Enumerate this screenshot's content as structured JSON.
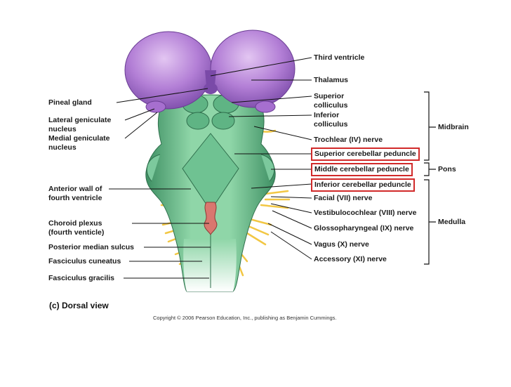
{
  "labels_left": {
    "pineal_gland": "Pineal gland",
    "lateral_geniculate_1": "Lateral geniculate",
    "lateral_geniculate_2": "nucleus",
    "medial_geniculate_1": "Medial geniculate",
    "medial_geniculate_2": "nucleus",
    "anterior_wall_1": "Anterior wall of",
    "anterior_wall_2": "fourth ventricle",
    "choroid_plexus_1": "Choroid plexus",
    "choroid_plexus_2": "(fourth venticle)",
    "posterior_median_sulcus": "Posterior median sulcus",
    "fasciculus_cuneatus": "Fasciculus cuneatus",
    "fasciculus_gracilis": "Fasciculus gracilis"
  },
  "labels_right": {
    "third_ventricle": "Third ventricle",
    "thalamus": "Thalamus",
    "superior_colliculus_1": "Superior",
    "superior_colliculus_2": "colliculus",
    "inferior_colliculus_1": "Inferior",
    "inferior_colliculus_2": "colliculus",
    "trochlear_nerve": "Trochlear (IV) nerve",
    "superior_cerebellar_peduncle": "Superior cerebellar peduncle",
    "middle_cerebellar_peduncle": "Middle cerebellar peduncle",
    "inferior_cerebellar_peduncle": "Inferior cerebellar peduncle",
    "facial_nerve": "Facial (VII) nerve",
    "vestibulocochlear_nerve": "Vestibulocochlear (VIII) nerve",
    "glossopharyngeal_nerve": "Glossopharyngeal (IX) nerve",
    "vagus_nerve": "Vagus (X) nerve",
    "accessory_nerve": "Accessory (XI) nerve"
  },
  "regions": {
    "midbrain": "Midbrain",
    "pons": "Pons",
    "medulla": "Medulla"
  },
  "caption": "(c) Dorsal view",
  "copyright": "Copyright © 2006 Pearson Education, Inc., publishing as Benjamin Cummings.",
  "colors": {
    "thalamus_purple": "#b37fd6",
    "brainstem_green": "#7fc79a",
    "brainstem_dark": "#3e8f63",
    "nerve_yellow": "#f2c744",
    "choroid_pink": "#d9776f",
    "highlight_red": "#d12a2a"
  }
}
